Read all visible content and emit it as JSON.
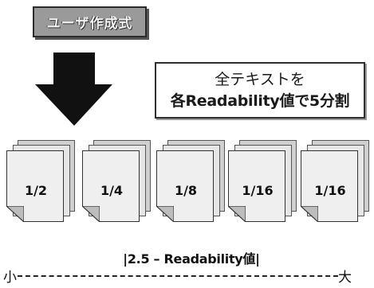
{
  "title": "ユーザ作成式",
  "note": {
    "line1": "全テキストを",
    "line2": "各Readability値で5分割"
  },
  "stacks": [
    {
      "label": "1/2"
    },
    {
      "label": "1/4"
    },
    {
      "label": "1/8"
    },
    {
      "label": "1/16"
    },
    {
      "label": "1/16"
    }
  ],
  "scale": {
    "label": "|2.5 – Readability値|",
    "left": "小",
    "right": "大"
  },
  "colors": {
    "title_fill": "#9a9a9a",
    "arrow": "#111111",
    "page": "#efefef"
  }
}
